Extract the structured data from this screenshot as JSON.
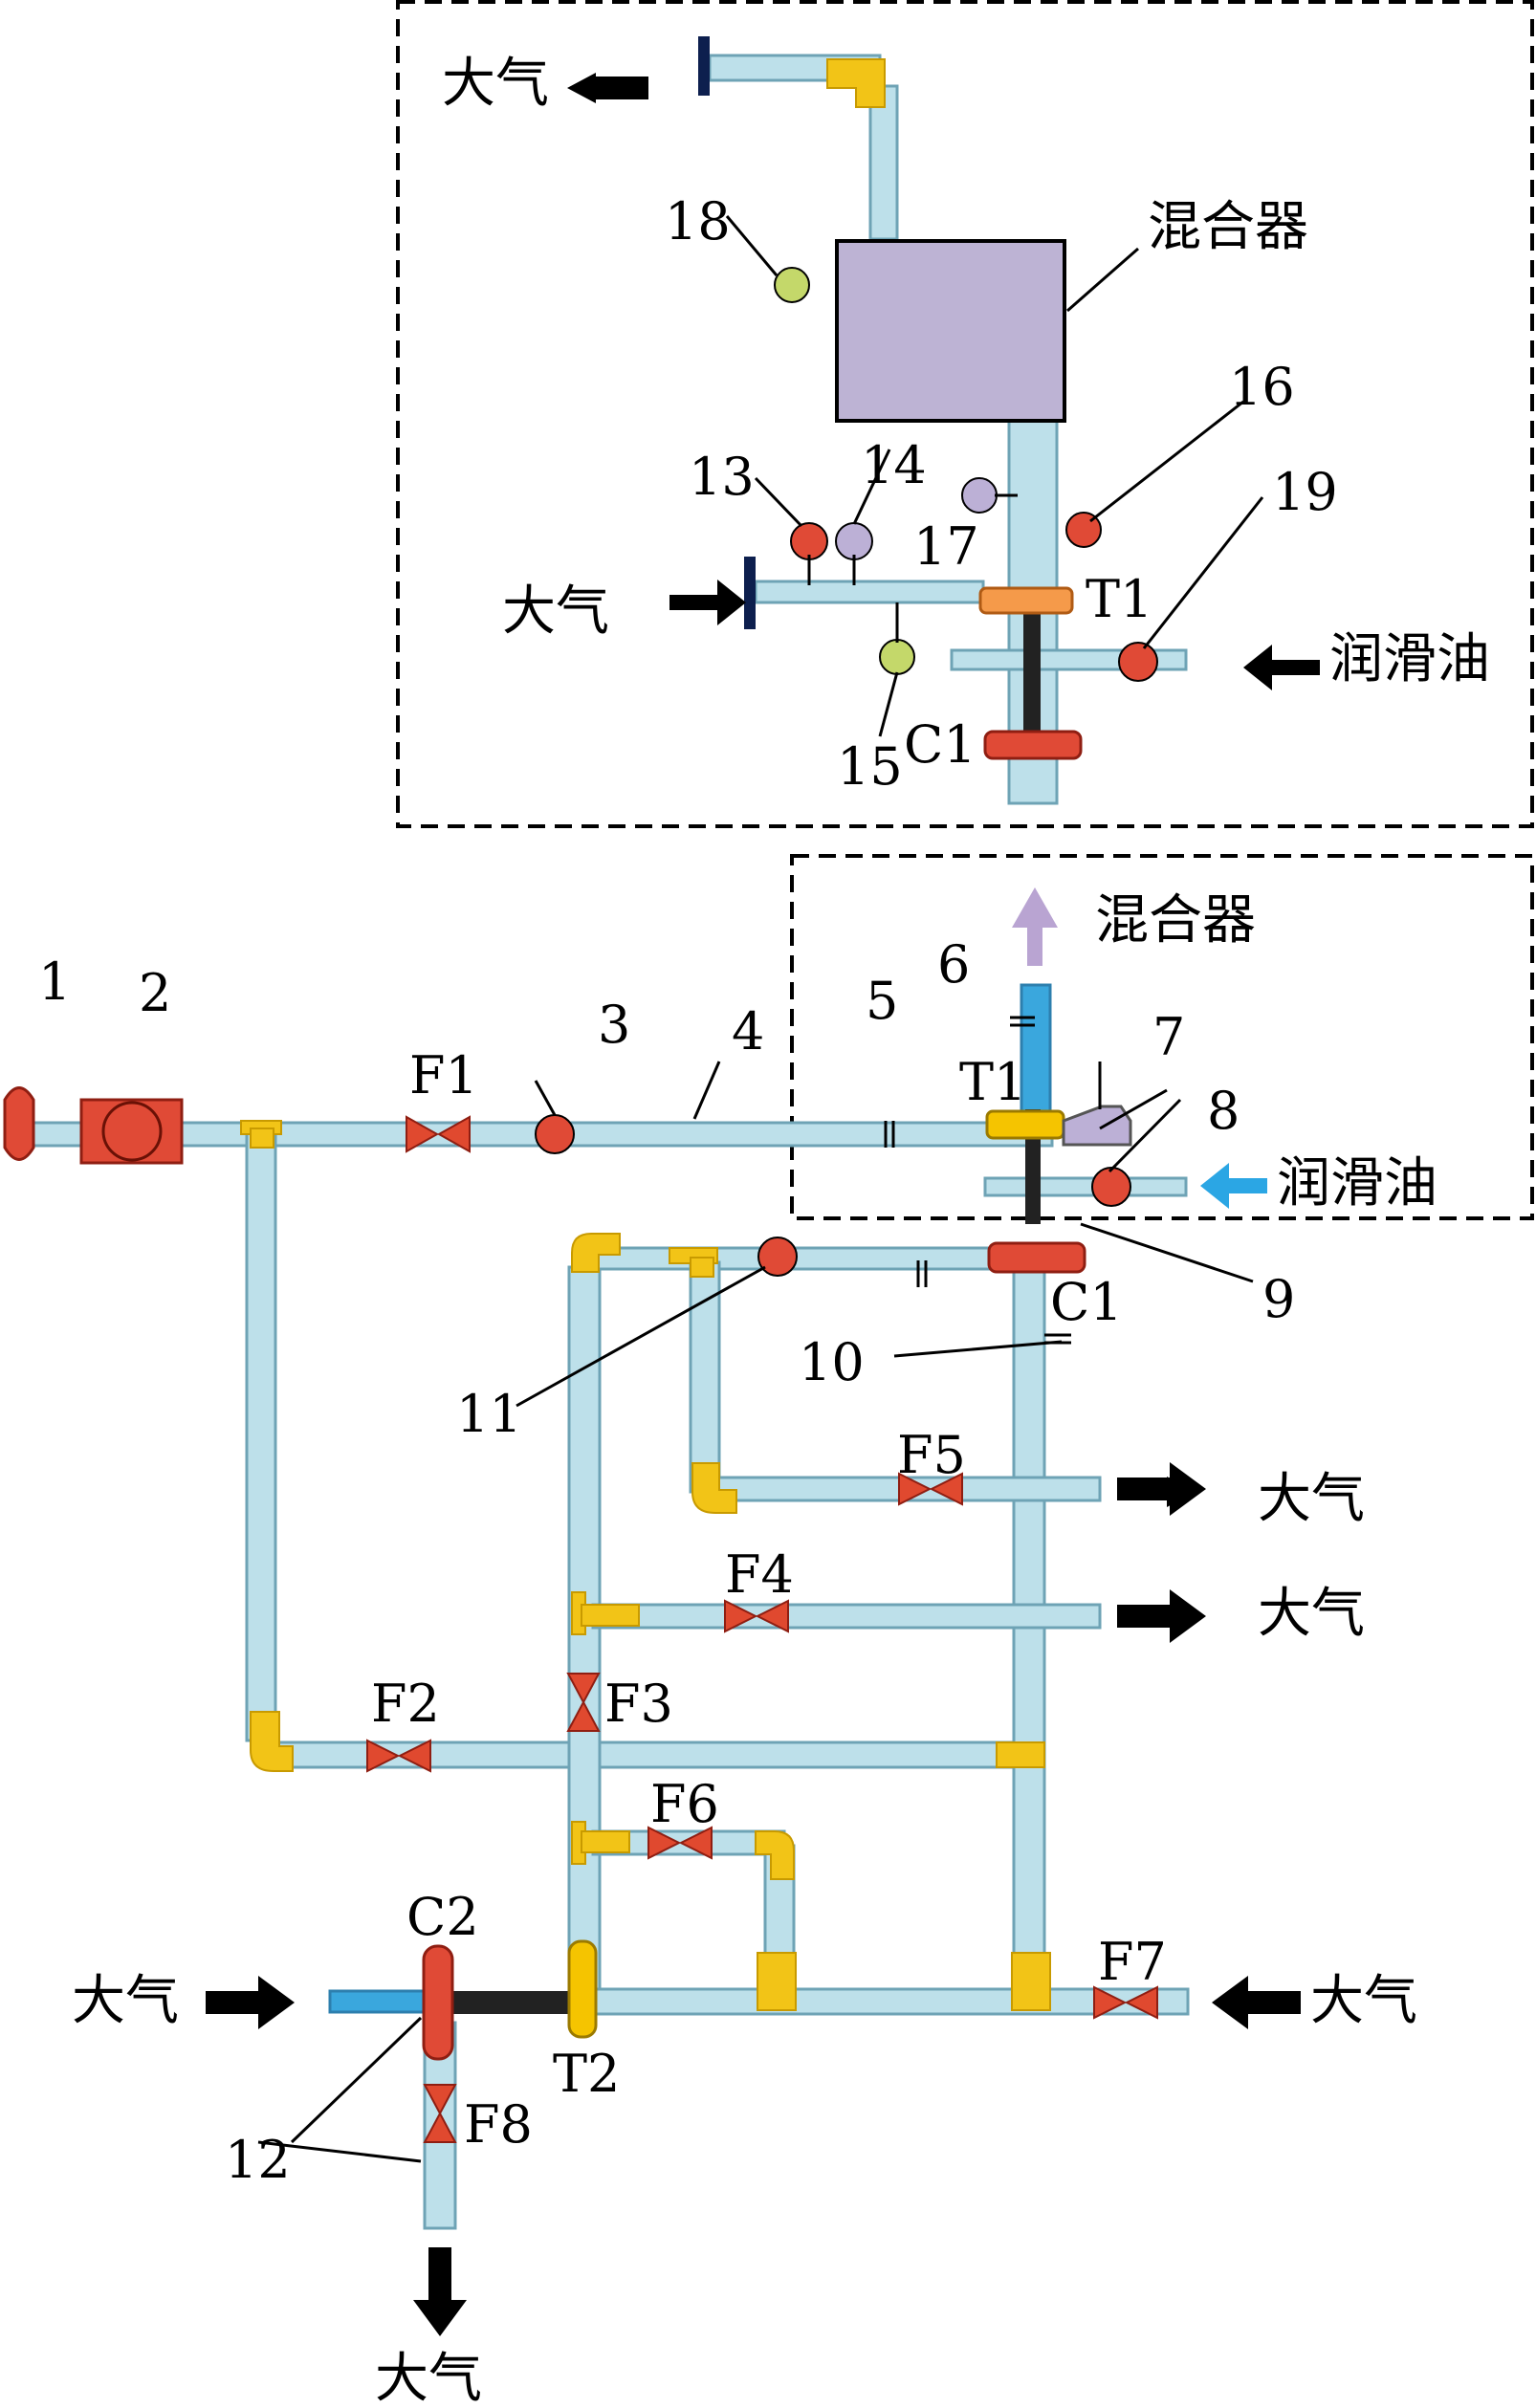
{
  "labels": {
    "atm": "大气",
    "mixer": "混合器",
    "lube_oil": "润滑油",
    "n1": "1",
    "n2": "2",
    "n3": "3",
    "n4": "4",
    "n5": "5",
    "n6": "6",
    "n7": "7",
    "n8": "8",
    "n9": "9",
    "n10": "10",
    "n11": "11",
    "n12": "12",
    "n13": "13",
    "n14": "14",
    "n15": "15",
    "n16": "16",
    "n17": "17",
    "n18": "18",
    "n19": "19",
    "F1": "F1",
    "F2": "F2",
    "F3": "F3",
    "F4": "F4",
    "F5": "F5",
    "F6": "F6",
    "F7": "F7",
    "F8": "F8",
    "T1": "T1",
    "T2": "T2",
    "C1": "C1",
    "C2": "C2"
  },
  "colors": {
    "pipe": "#bde0ea",
    "pipe_edge": "#6ea3b5",
    "elbow": "#f2c417",
    "valve": "#e0492f",
    "meter_red": "#e04a36",
    "meter_purple": "#bcb0d6",
    "meter_green": "#c4d86a",
    "mixer_box": "#bdb3d4",
    "shaft": "#222222",
    "flange": "#0d1f4e",
    "blue_arrow": "#2ba6e4",
    "purple_arrow": "#b9a4d2",
    "turbine_T1_top": "#f59a4a",
    "compressor": "#e04a36",
    "turbine_yellow": "#f5c400"
  }
}
